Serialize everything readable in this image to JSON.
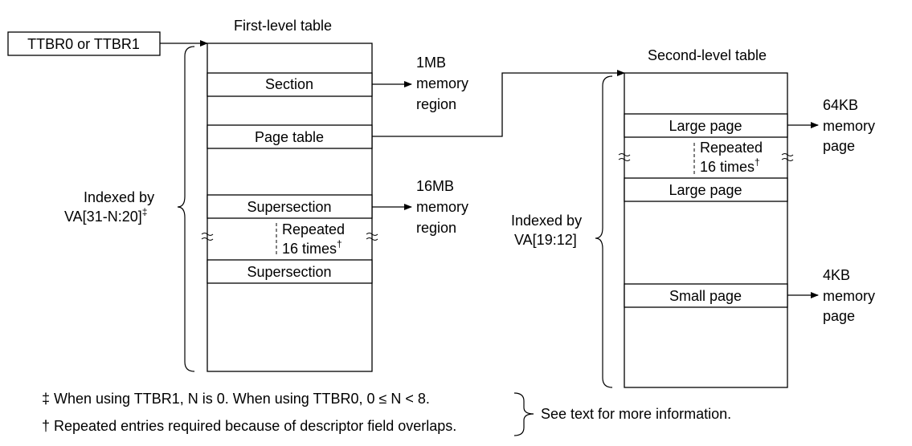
{
  "ttbr_box": {
    "label": "TTBR0 or TTBR1"
  },
  "first_level": {
    "title": "First-level table",
    "section": "Section",
    "page_table": "Page table",
    "supersection_1": "Supersection",
    "supersection_2": "Supersection",
    "repeated_line1": "Repeated",
    "repeated_line2": "16 times",
    "repeated_mark": "†",
    "indexed_line1": "Indexed by",
    "indexed_line2": "VA[31-N:20]",
    "indexed_mark": "‡"
  },
  "first_outputs": {
    "section_line1": "1MB",
    "section_line2": "memory",
    "section_line3": "region",
    "super_line1": "16MB",
    "super_line2": "memory",
    "super_line3": "region"
  },
  "second_level": {
    "title": "Second-level table",
    "large_page_1": "Large page",
    "large_page_2": "Large page",
    "small_page": "Small page",
    "repeated_line1": "Repeated",
    "repeated_line2": "16 times",
    "repeated_mark": "†",
    "indexed_line1": "Indexed by",
    "indexed_line2": "VA[19:12]"
  },
  "second_outputs": {
    "large_line1": "64KB",
    "large_line2": "memory",
    "large_line3": "page",
    "small_line1": "4KB",
    "small_line2": "memory",
    "small_line3": "page"
  },
  "footnotes": {
    "note1": "‡ When using TTBR1, N is 0. When using TTBR0, 0 ≤ N < 8.",
    "note2": "† Repeated entries required because of descriptor field overlaps.",
    "see_text": "See text for more information."
  }
}
